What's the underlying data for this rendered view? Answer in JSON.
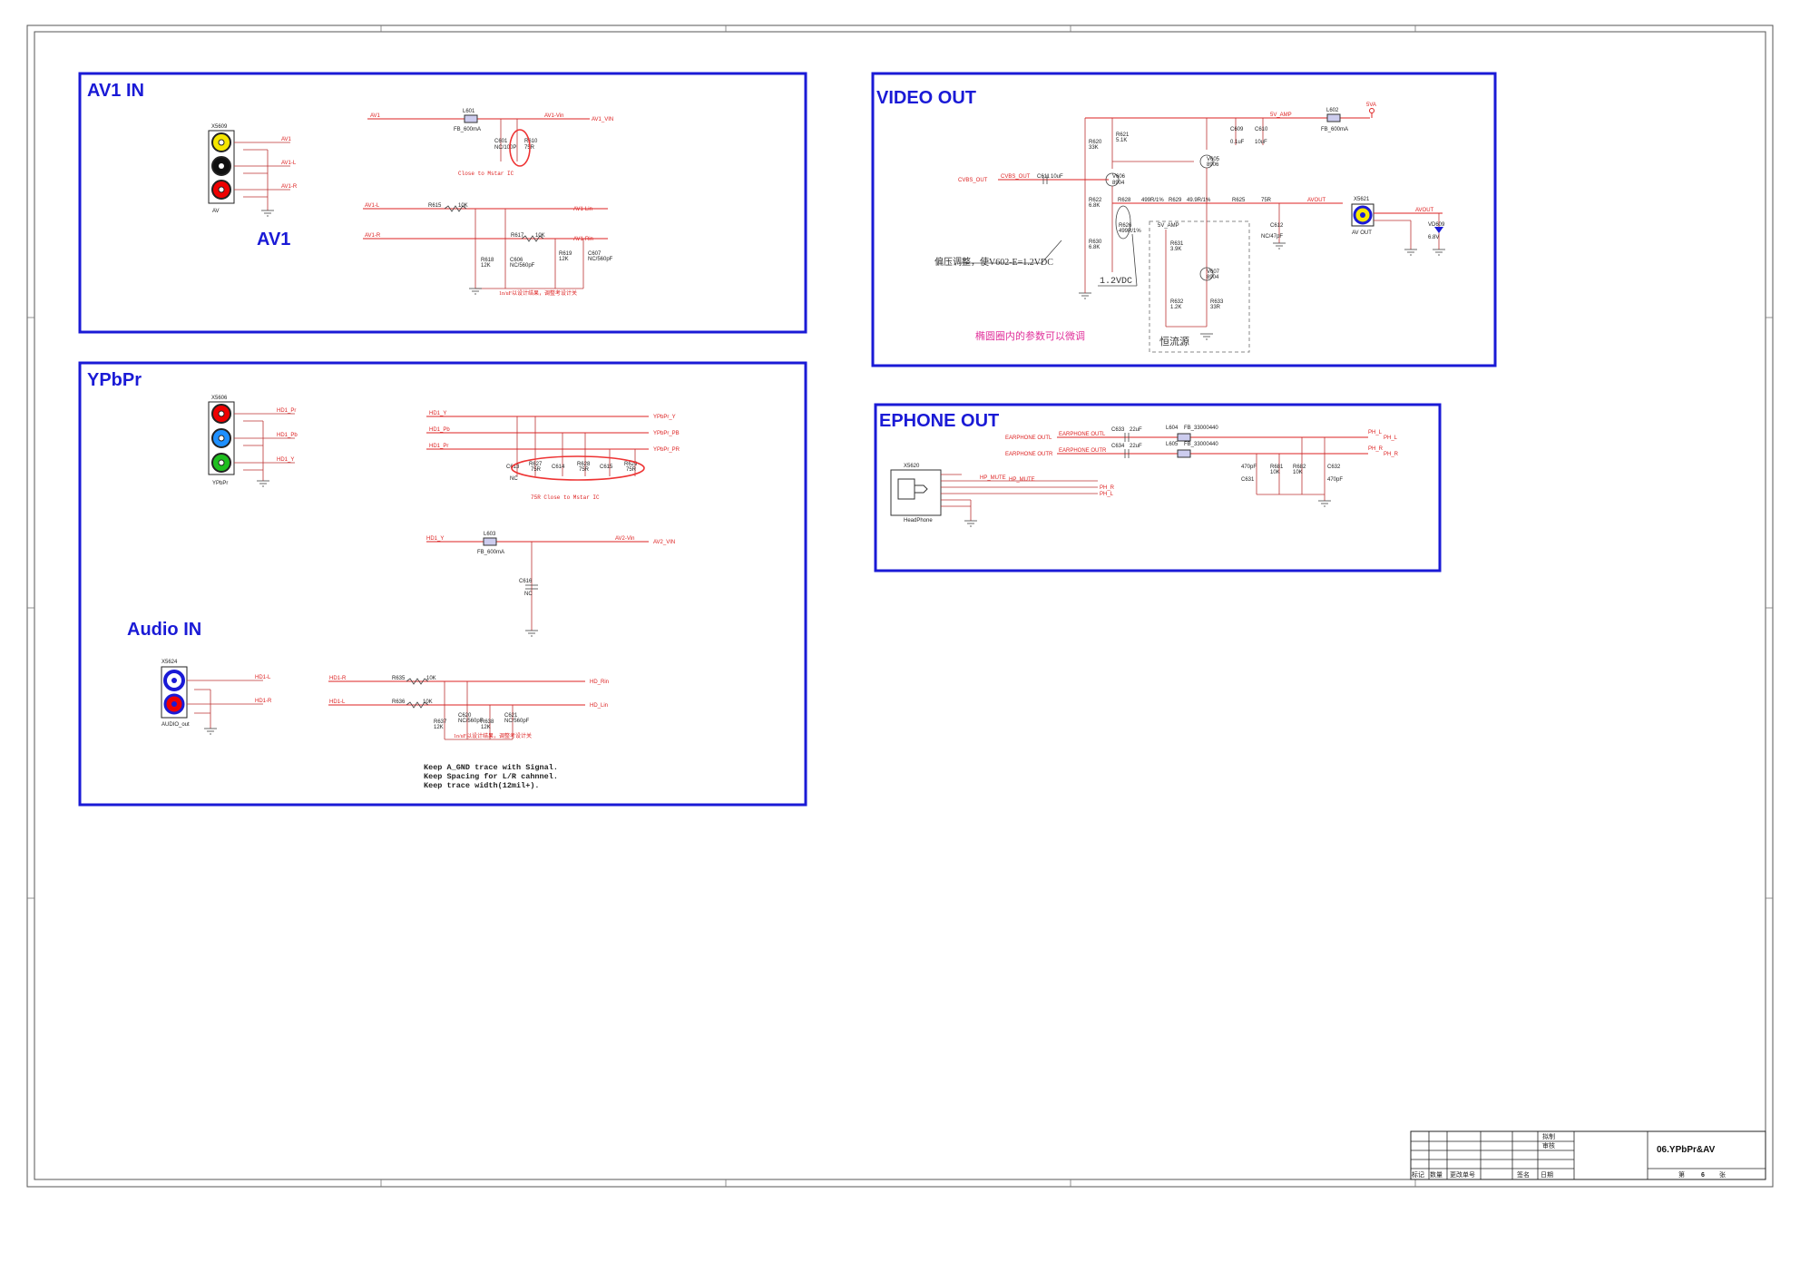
{
  "colors": {
    "panel_border": "#1a1ad6",
    "net": "#d22222",
    "note_red": "#e03030",
    "note_pink": "#e0309a"
  },
  "av1": {
    "title": "AV1 IN",
    "connector_ref": "X5609",
    "connector_label": "AV",
    "big_label": "AV1",
    "pin_labels": [
      "AV1",
      "AV1-L",
      "AV1-R"
    ],
    "nets": {
      "n1": "AV1",
      "n2": "AV1-L",
      "n3": "AV1-R",
      "out1": "AV1-Vin",
      "out2": "AV1_VIN",
      "out3": "AV1-Lin",
      "out4": "AV1-Rin"
    },
    "parts": {
      "l601": "L601",
      "l601v": "FB_600mA",
      "c601": "C601",
      "c601v": "NC/100P",
      "r610": "R610",
      "r610v": "75R",
      "r615": "R615",
      "r615v": "10K",
      "r617": "R617",
      "r617v": "10K",
      "r618": "R618",
      "r618v": "12K",
      "r619": "R619",
      "r619v": "12K",
      "c606": "C606",
      "c606v": "NC/560pF",
      "c607": "C607",
      "c607v": "NC/560pF"
    },
    "note1": "Close to Mstar IC",
    "note2": "1n/uF以设计结果，调整考设计关"
  },
  "video_out": {
    "title": "VIDEO OUT",
    "nets": {
      "cvbs_in": "CVBS_OUT",
      "cvbs": "CVBS_OUT",
      "vamp": "5V_AMP",
      "vamp2": "5V_AMP",
      "vout": "AVOUT",
      "vout2": "AVOUT",
      "v5a": "5VA"
    },
    "parts": {
      "r620": "R620",
      "r620v": "33K",
      "r621": "R621",
      "r621v": "5.1K",
      "r622": "R622",
      "r622v": "6.8K",
      "r630": "R630",
      "r630v": "6.8K",
      "c611": "C611",
      "c611v": "10uF",
      "v606": "V606",
      "v606t": "8904",
      "v605": "V605",
      "v605t": "8906",
      "r628": "R628",
      "r628v": "499R/1%",
      "r629": "R629",
      "r629v": "49.9R/1%",
      "r625": "R625",
      "r625v": "75R",
      "r626": "R626",
      "r626v": "499R/1%",
      "c609": "C609",
      "c609v": "0.1uF",
      "c610": "C610",
      "c610v": "10uF",
      "l602": "L602",
      "l602v": "FB_600mA",
      "r631": "R631",
      "r631v": "3.9K",
      "v607": "V607",
      "v607t": "8904",
      "r632": "R632",
      "r632v": "1.2K",
      "r633": "R633",
      "r633v": "33R",
      "c612": "C612",
      "c612v": "NC/47pF",
      "x5621": "X5621",
      "x5621l": "AV OUT",
      "vd": "VD609",
      "vdv": "6.8V"
    },
    "note_bias": "偏压调整，使V602-E=1.2VDC",
    "note_12": "1.2VDC",
    "note_ellipse": "椭圆圈内的参数可以微调",
    "note_cs": "恒流源"
  },
  "ypbpr": {
    "title": "YPbPr",
    "connector_ref": "X5606",
    "connector_label": "YPbPr",
    "pin_nets": [
      "HD1_Pr",
      "HD1_Pb",
      "HD1_Y"
    ],
    "rail_nets": [
      "HD1_Y",
      "HD1_Pb",
      "HD1_Pr"
    ],
    "rail_outs": [
      "YPbPr_Y",
      "YPbPr_PB",
      "YPbPr_PR"
    ],
    "parts": {
      "c613": "C613",
      "r627": "R627",
      "r627v": "75R",
      "c614": "C614",
      "r628": "R628",
      "r628v": "75R",
      "c615": "C615",
      "r629": "R629",
      "r629v": "75R",
      "nc": "NC",
      "l603": "L603",
      "l603v": "FB_600mA",
      "c616": "C616",
      "c616v": "NC"
    },
    "av2_nets": {
      "in": "HD1_Y",
      "mid": "AV2-Vin",
      "out": "AV2_VIN"
    },
    "note": "75R Close to Mstar IC"
  },
  "audio_in": {
    "title": "Audio IN",
    "connector_ref": "X5624",
    "connector_label": "AUDIO_out",
    "pin_nets": [
      "HD1-L",
      "HD1-R"
    ],
    "nets": {
      "a": "HD1-R",
      "b": "HD1-L",
      "oa": "HD_Rin",
      "ob": "HD_Lin"
    },
    "parts": {
      "r635": "R635",
      "r635v": "10K",
      "r636": "R636",
      "r636v": "10K",
      "r637": "R637",
      "r637v": "12K",
      "r638": "R638",
      "r638v": "12K",
      "c620": "C620",
      "c620v": "NC/560pF",
      "c621": "C621",
      "c621v": "NC/560pF"
    },
    "note_small": "1n/uF以设计结果，调整考设计关",
    "notes": [
      "Keep A_GND trace with Signal.",
      "Keep Spacing for L/R cahnnel.",
      "Keep trace width(12mil+)."
    ]
  },
  "ephone": {
    "title": "EPHONE OUT",
    "nets": {
      "l": "EARPHONE OUTL",
      "r": "EARPHONE OUTR",
      "l2": "EARPHONE OUTL",
      "r2": "EARPHONE OUTR",
      "phl": "PH_L",
      "phr": "PH_R",
      "phl2": "PH_L",
      "phr2": "PH_R",
      "hpmute": "HP_MUTE",
      "hpmute2": "HP_MUTE",
      "phr3": "PH_R",
      "phl3": "PH_L"
    },
    "parts": {
      "c633": "C633",
      "c633v": "22uF",
      "c634": "C634",
      "c634v": "22uF",
      "l604": "L604",
      "l604v": "FB_33000440",
      "l605": "L605",
      "l605v": "FB_33000440",
      "c631": "C631",
      "c631v": "470pF",
      "r681": "R681",
      "r681v": "10K",
      "r682": "R682",
      "r682v": "10K",
      "c632": "C632",
      "c632v": "470pF",
      "x5620": "X5620",
      "x5620l": "HeadPhone"
    }
  },
  "title_block": {
    "sheet": "06.YPbPr&AV",
    "draw": "拟制",
    "review": "审核",
    "cols": [
      "标记",
      "数量",
      "更改单号",
      "签名",
      "日期"
    ],
    "page_pre": "第",
    "page_no": "6",
    "page_post": "张"
  }
}
